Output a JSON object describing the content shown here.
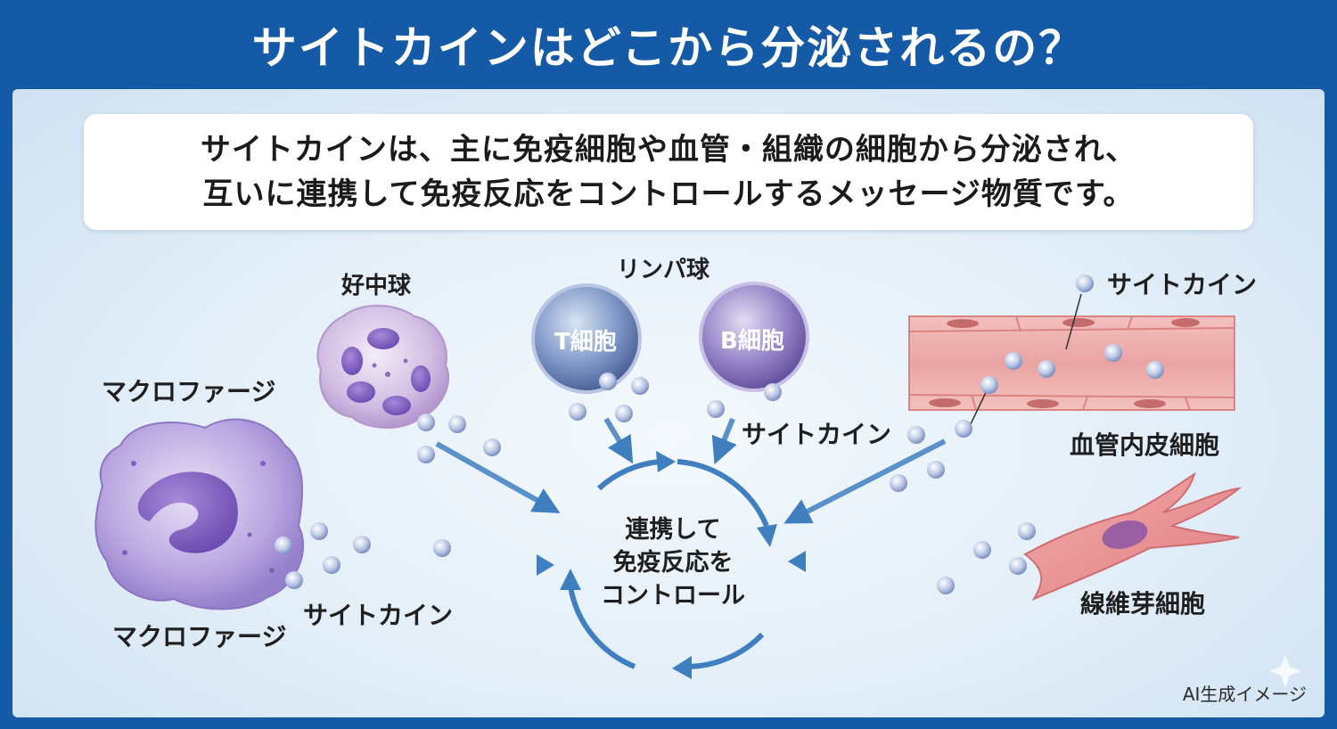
{
  "title": "サイトカインはどこから分泌されるの？",
  "summary": {
    "line1": "サイトカインは、主に免疫細胞や血管・組織の細胞から分泌され、",
    "line2": "互いに連携して免疫反応をコントロールするメッセージ物質です。"
  },
  "cells": {
    "neutrophil": "好中球",
    "lymphocyte": "リンパ球",
    "t_cell": "T細胞",
    "b_cell": "B細胞",
    "macrophage_top": "マクロファージ",
    "macrophage_bottom": "マクロファージ",
    "endothelial": "血管内皮細胞",
    "fibroblast": "線維芽細胞"
  },
  "cytokine_labels": {
    "lymph": "サイトカイン",
    "macrophage": "サイトカイン",
    "vessel": "サイトカイン"
  },
  "center": {
    "line1": "連携して",
    "line2": "免疫反応を",
    "line3": "コントロール"
  },
  "footer_note": "AI生成イメージ",
  "colors": {
    "frame": "#155aa6",
    "arrow": "#3f7fbf",
    "macrophage": "#a48fd6",
    "neutrophil": "#c4a9d9",
    "t_cell": "#6f86b8",
    "b_cell": "#8a7ac0",
    "vessel": "#e79a98",
    "fibroblast": "#e8898d"
  }
}
